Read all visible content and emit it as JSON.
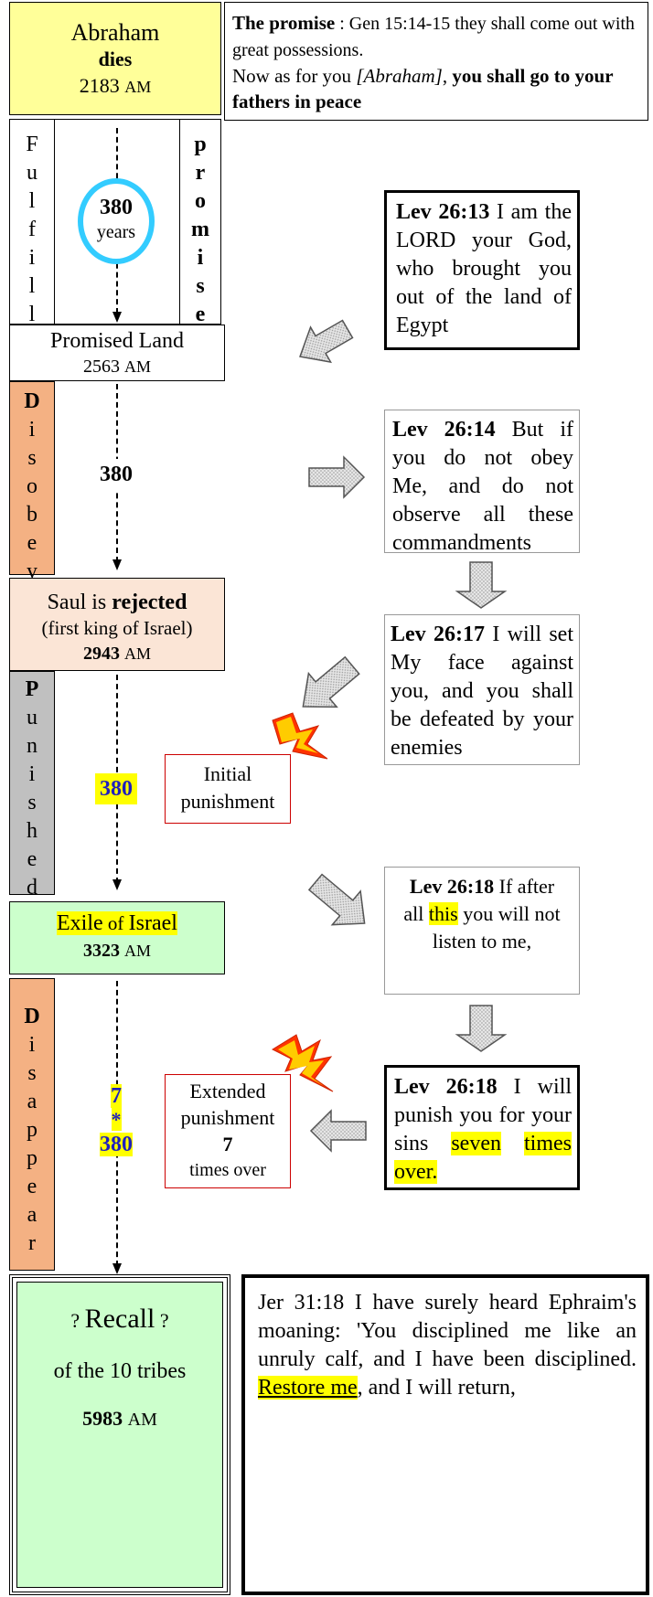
{
  "abraham": {
    "name": "Abraham",
    "status": "dies",
    "year": "2183",
    "unit": "AM"
  },
  "promise": {
    "bold_label": "The promise",
    "ref": " : Gen 15:14-15  they shall come out with great possessions.",
    "line2_a": "Now as for you ",
    "line2_b": "[Abraham]",
    "line2_c": ", ",
    "line2_d": "you shall go to your fathers in peace"
  },
  "fulfill": {
    "letters": [
      "F",
      "u",
      "l",
      "f",
      "i",
      "l",
      "l"
    ]
  },
  "promise_side": {
    "letters": [
      "p",
      "r",
      "o",
      "m",
      "i",
      "s",
      "e"
    ]
  },
  "span1": {
    "number": "380",
    "unit": "years"
  },
  "promised_land": {
    "title": "Promised Land",
    "year": "2563",
    "unit": "AM"
  },
  "lev13": {
    "ref": "Lev 26:13",
    "text": " I am the LORD your God, who brought you out of the land of Egypt"
  },
  "disobey": {
    "letters": [
      "D",
      "i",
      "s",
      "o",
      "b",
      "e",
      "y"
    ]
  },
  "span2": {
    "number": "380"
  },
  "lev14": {
    "ref": "Lev 26:14",
    "text": " But if you do not obey Me, and do not observe all these commandments"
  },
  "saul": {
    "name": "Saul is ",
    "bold": "rejected",
    "sub": "(first king of Israel)",
    "year": "2943",
    "unit": "AM"
  },
  "lev17": {
    "ref": "Lev 26:17",
    "text": " I will set My face against you, and you shall be defeated by your enemies"
  },
  "punished": {
    "letters": [
      "P",
      "u",
      "n",
      "i",
      "s",
      "h",
      "e",
      "d"
    ]
  },
  "span3": {
    "number": "380"
  },
  "initial": {
    "line1": "Initial",
    "line2": "punishment"
  },
  "lev18a": {
    "ref": "Lev 26:18",
    "t1": " If after all ",
    "hl": "this",
    "t2": " you will not listen to me,"
  },
  "exile": {
    "a": "Exile",
    "b": " of ",
    "c": "Israel",
    "year": "3323",
    "unit": "AM"
  },
  "disappear": {
    "letters": [
      "D",
      "i",
      "s",
      "a",
      "p",
      "p",
      "e",
      "a",
      "r"
    ]
  },
  "span4": {
    "n1": "7",
    "op": "*",
    "n2": "380"
  },
  "extended": {
    "line1": "Extended",
    "line2": "punishment",
    "num": "7",
    "line4": "times over"
  },
  "lev18b": {
    "ref": "Lev 26:18",
    "t1": " I will punish you for your sins ",
    "hl1": " seven",
    "hl2": "times over."
  },
  "recall": {
    "q1": "? ",
    "word": "Recall",
    "q2": " ?",
    "line2": "of the 10 tribes",
    "year": "5983",
    "unit": "AM"
  },
  "jer": {
    "t1": "Jer 31:18 I have surely heard Ephraim's moaning: 'You disciplined me like an unruly calf, and I have been disciplined. ",
    "ul": "Restore me",
    "t2": ", and I will return,"
  },
  "colors": {
    "abraham_bg": "#ffff99",
    "disobey_bg": "#f4b183",
    "saul_bg": "#fbe5d6",
    "punished_bg": "#c0c0c0",
    "exile_bg": "#ccffcc",
    "recall_bg": "#ccffcc",
    "ring": "#33ccff",
    "arrow_fill": "#d9d9d9",
    "red_border": "#cc0000"
  }
}
